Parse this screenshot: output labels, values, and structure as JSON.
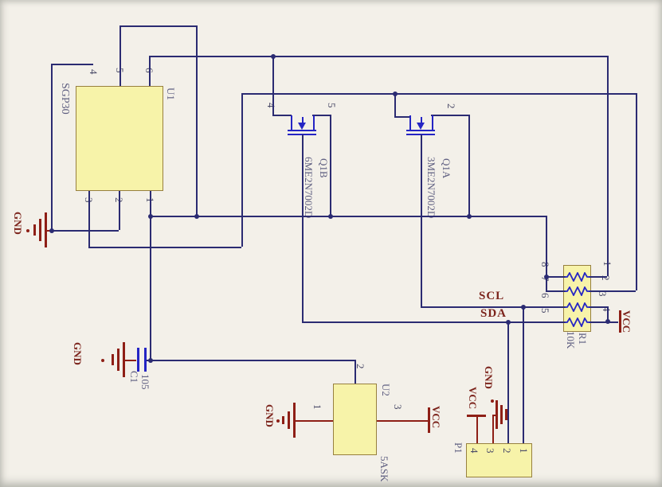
{
  "components": {
    "u1": {
      "ref": "U1",
      "value": "SGP30",
      "top_pins": [
        "4",
        "5",
        "6"
      ],
      "bottom_pins": [
        "3",
        "2",
        "1"
      ]
    },
    "q1b": {
      "ref": "Q1B",
      "value": "6ME2N7002D",
      "pin_left": "4",
      "pin_right": "5"
    },
    "q1a": {
      "ref": "Q1A",
      "value": "3ME2N7002D",
      "pin_right": "2"
    },
    "r1": {
      "ref": "R1",
      "value": "10K",
      "left_pins": [
        "8",
        "7",
        "6",
        "5"
      ],
      "right_pins": [
        "1",
        "2",
        "3",
        "4"
      ]
    },
    "c1": {
      "ref": "C1",
      "value": "105"
    },
    "u2": {
      "ref": "U2",
      "value": "5ASK",
      "pin_top": "2",
      "pin_left": "1",
      "pin_right": "3"
    },
    "p1": {
      "ref": "P1",
      "pins": [
        "4",
        "3",
        "2",
        "1"
      ]
    }
  },
  "net_labels": {
    "scl": "SCL",
    "sda": "SDA"
  },
  "power_labels": {
    "gnd": "GND",
    "vcc": "VCC"
  },
  "colors": {
    "wire": "#2b2b72",
    "symbol_blue": "#2424c4",
    "power_red": "#8e1f16",
    "component_fill": "#f7f3a9",
    "pin_text": "#4b4b68",
    "ref_text": "#5e5e80",
    "net_text": "#7c241c"
  }
}
